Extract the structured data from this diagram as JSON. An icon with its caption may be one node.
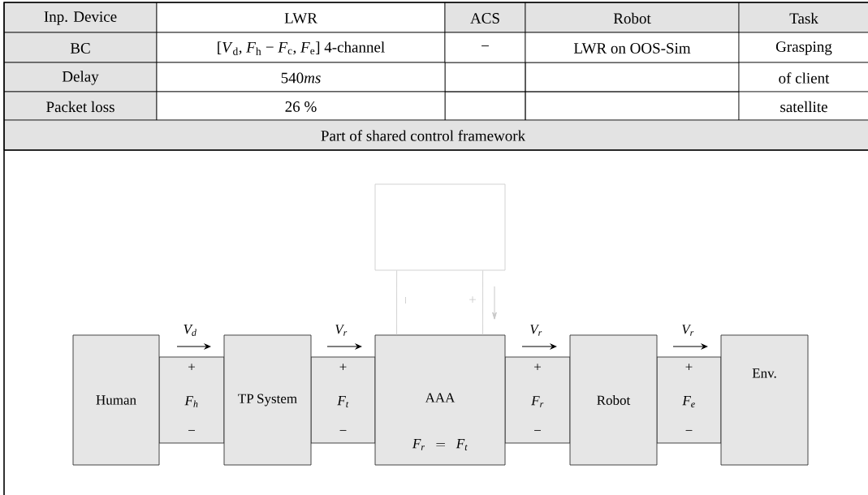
{
  "diagram": {
    "nodes": [
      {
        "text": [],
        "shape": "box"
      },
      {
        "text": [
          "Human"
        ]
      },
      {
        "text": [
          "+",
          "F_h",
          "−"
        ]
      },
      {
        "text": [
          "TP System"
        ]
      },
      {
        "text": [
          "+",
          "F_t",
          "−"
        ]
      },
      {
        "text": [
          "AAA",
          "F_r = F_t"
        ]
      },
      {
        "text": [
          "+",
          "F_r",
          "−"
        ]
      },
      {
        "text": [
          "Robot"
        ]
      },
      {
        "text": [
          "+",
          "F_e",
          "−"
        ]
      },
      {
        "text": [
          "Env."
        ]
      }
    ],
    "edges": [
      {
        "from": 0,
        "to": 5,
        "arrow": "none",
        "color": "#c8c8c8"
      },
      {
        "from": 0,
        "to": 5,
        "arrow": "none",
        "color": "#c8c8c8"
      }
    ],
    "labels": [
      "Inp. Device",
      "LWR",
      "ACS",
      "Robot",
      "Task",
      "BC",
      "[*V*$_{d}$, *F*$_{h}$ − *F*$_{c}$, *F*$_{e}$] 4-channel",
      "−",
      "LWR on OOS-Sim",
      "Grasping",
      "Delay",
      "540ms",
      "of client",
      "Packet loss",
      "26 %",
      "satellite",
      "Part of shared control framework",
      "−",
      "+",
      "V_d",
      "V_r",
      "V_r",
      "V_r"
    ]
  }
}
